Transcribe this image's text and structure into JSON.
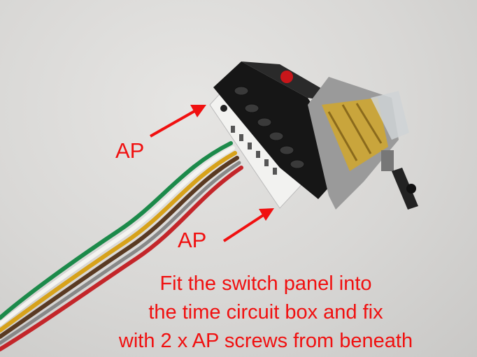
{
  "annotations": {
    "label_top": "AP",
    "label_bottom": "AP",
    "caption_lines": [
      "Fit the switch panel into",
      "the time circuit box and fix",
      "with 2 x AP screws from beneath"
    ]
  },
  "colors": {
    "annotation": "#f01010",
    "background": "#d9d8d6"
  }
}
